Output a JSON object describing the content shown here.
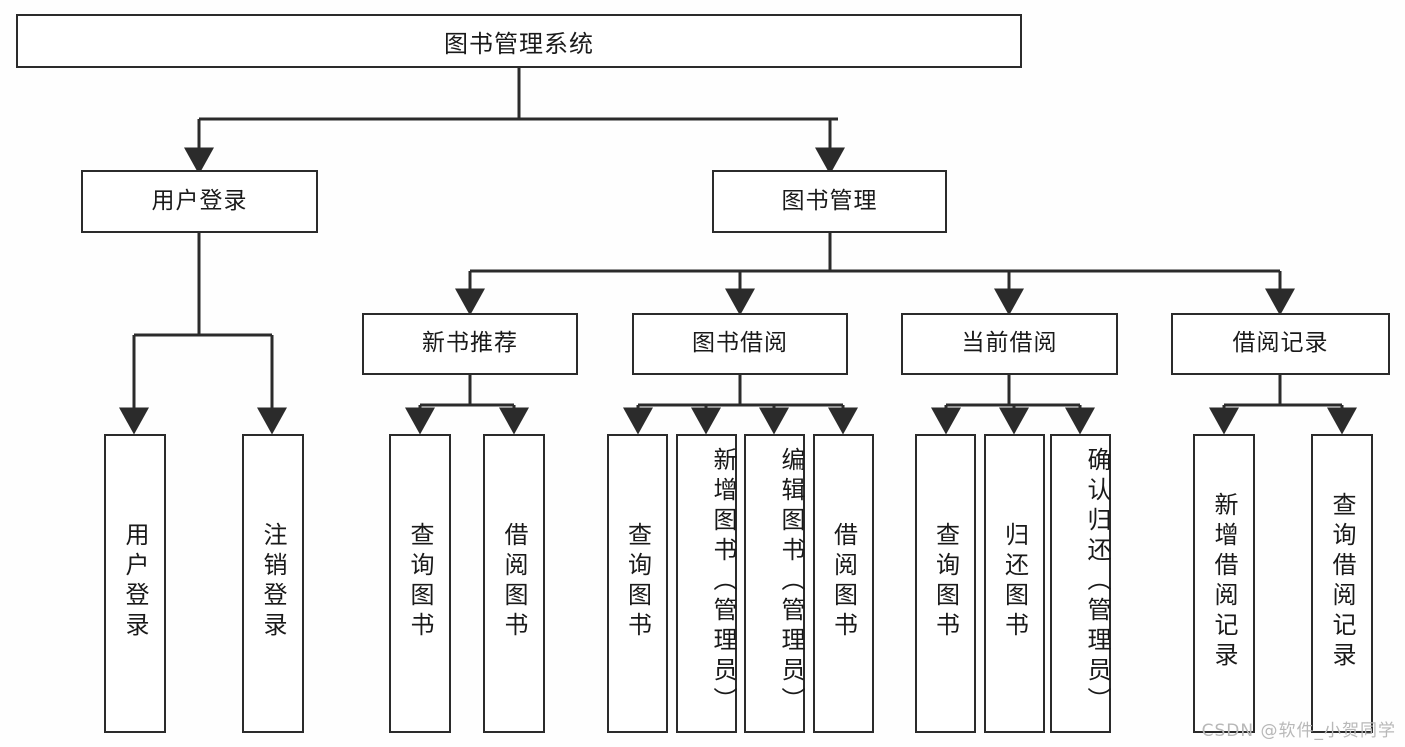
{
  "diagram": {
    "title": "图书管理系统",
    "watermark": "CSDN @软件_小贺同学",
    "line_color": "#2b2b2b",
    "box_fill": "#ffffff",
    "text_color": "#1a1a1a",
    "levels": {
      "level1": [
        {
          "id": "root",
          "label": "图书管理系统"
        }
      ],
      "level2": [
        {
          "id": "user-login",
          "label": "用户登录"
        },
        {
          "id": "book-manage",
          "label": "图书管理"
        }
      ],
      "level3": [
        {
          "id": "new-book-recommend",
          "label": "新书推荐"
        },
        {
          "id": "book-borrow",
          "label": "图书借阅"
        },
        {
          "id": "current-borrow",
          "label": "当前借阅"
        },
        {
          "id": "borrow-record",
          "label": "借阅记录"
        }
      ],
      "leaves": [
        {
          "id": "leaf-user-login",
          "label": "用户登录",
          "parent": "user-login"
        },
        {
          "id": "leaf-user-logout",
          "label": "注销登录",
          "parent": "user-login"
        },
        {
          "id": "leaf-query-book-1",
          "label": "查询图书",
          "parent": "new-book-recommend"
        },
        {
          "id": "leaf-borrow-book-1",
          "label": "借阅图书",
          "parent": "new-book-recommend"
        },
        {
          "id": "leaf-query-book-2",
          "label": "查询图书",
          "parent": "book-borrow"
        },
        {
          "id": "leaf-add-book",
          "label": "新增图书（管理员）",
          "parent": "book-borrow"
        },
        {
          "id": "leaf-edit-book",
          "label": "编辑图书（管理员）",
          "parent": "book-borrow"
        },
        {
          "id": "leaf-borrow-book-2",
          "label": "借阅图书",
          "parent": "book-borrow"
        },
        {
          "id": "leaf-query-book-3",
          "label": "查询图书",
          "parent": "current-borrow"
        },
        {
          "id": "leaf-return-book",
          "label": "归还图书",
          "parent": "current-borrow"
        },
        {
          "id": "leaf-confirm-return",
          "label": "确认归还（管理员）",
          "parent": "current-borrow"
        },
        {
          "id": "leaf-add-record",
          "label": "新增借阅记录",
          "parent": "borrow-record"
        },
        {
          "id": "leaf-query-record",
          "label": "查询借阅记录",
          "parent": "borrow-record"
        }
      ]
    }
  }
}
